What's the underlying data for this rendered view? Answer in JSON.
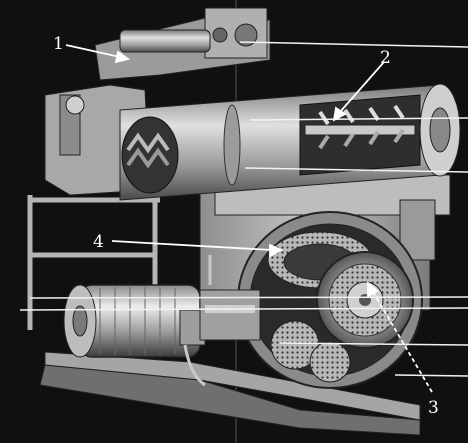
{
  "figure": {
    "subject": "pellet-mill-cutaway",
    "background_color": "#101010",
    "metal_color": "#a9a9a9",
    "callouts": [
      {
        "label": "1"
      },
      {
        "label": "2"
      },
      {
        "label": "3"
      },
      {
        "label": "4"
      }
    ]
  }
}
